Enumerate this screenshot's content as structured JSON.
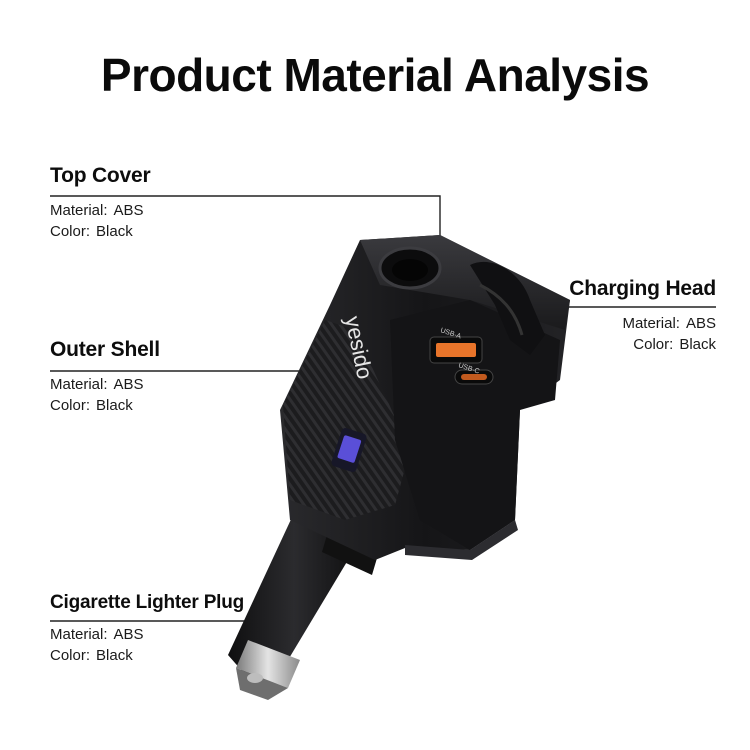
{
  "title": "Product Material Analysis",
  "brand_logo_text": "yesido",
  "port_labels": {
    "usb_a": "USB-A",
    "usb_c": "USB-C"
  },
  "parts": [
    {
      "name": "Top Cover",
      "material_label": "Material:",
      "material": "ABS",
      "color_label": "Color:",
      "color": "Black"
    },
    {
      "name": "Charging Head",
      "material_label": "Material:",
      "material": "ABS",
      "color_label": "Color:",
      "color": "Black"
    },
    {
      "name": "Outer Shell",
      "material_label": "Material:",
      "material": "ABS",
      "color_label": "Color:",
      "color": "Black"
    },
    {
      "name": "Cigarette Lighter Plug",
      "material_label": "Material:",
      "material": "ABS",
      "color_label": "Color:",
      "color": "Black"
    }
  ],
  "colors": {
    "body": "#1b1b1d",
    "accent_port": "#e8742a",
    "screen": "#5a4fd8",
    "background": "#ffffff"
  }
}
